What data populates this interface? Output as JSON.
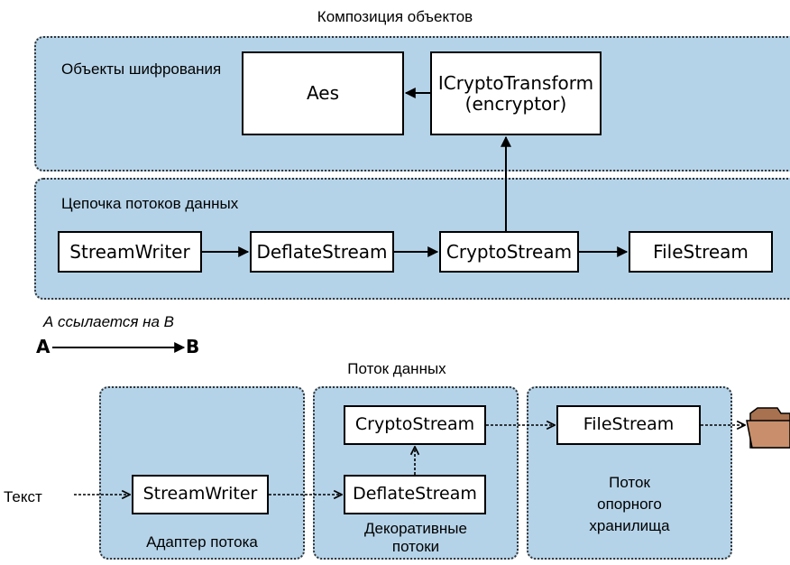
{
  "top": {
    "title": "Композиция объектов",
    "encryption_label": "Объекты шифрования",
    "chain_label": "Цепочка потоков данных",
    "boxes": {
      "aes": "Aes",
      "icrypto_line1": "ICryptoTransform",
      "icrypto_line2": "(encryptor)",
      "streamwriter": "StreamWriter",
      "deflatestream": "DeflateStream",
      "cryptostream": "CryptoStream",
      "filestream": "FileStream"
    }
  },
  "legend": {
    "caption": "А ссылается на В",
    "from": "A",
    "to": "B"
  },
  "bottom": {
    "title": "Поток данных",
    "input_label": "Текст",
    "adapter_label": "Адаптер потока",
    "decorator_label_line1": "Декоративные",
    "decorator_label_line2": "потоки",
    "backing_label_line1": "Поток",
    "backing_label_line2": "опорного",
    "backing_label_line3": "хранилища",
    "boxes": {
      "streamwriter": "StreamWriter",
      "deflatestream": "DeflateStream",
      "cryptostream": "CryptoStream",
      "filestream": "FileStream"
    },
    "folder_icon": "folder-icon",
    "colors": {
      "panel": "#b5d3e8",
      "folder": "#c98f6c"
    }
  }
}
